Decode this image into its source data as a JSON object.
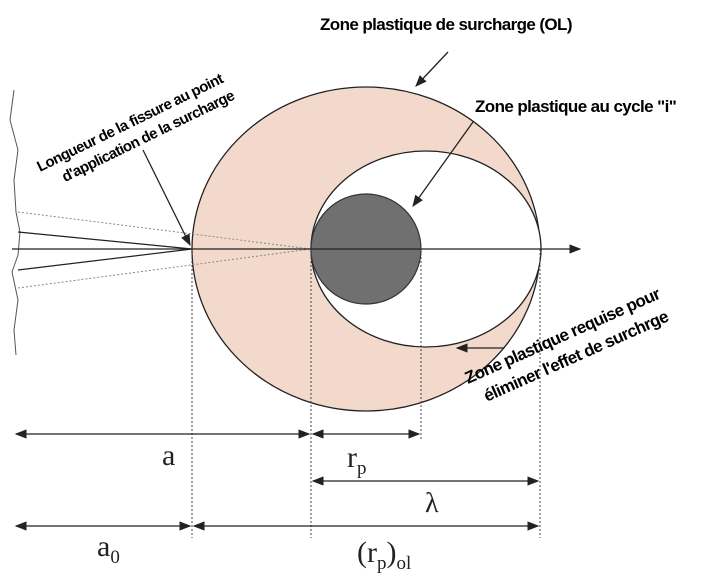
{
  "labels": {
    "zone_overload": "Zone plastique de surcharge (OL)",
    "zone_cycle": "Zone plastique au cycle \"i\"",
    "crack_length_line1": "Longueur de la fissure au point",
    "crack_length_line2": "d'application de la surcharge",
    "zone_required_line1": "Zone plastique requise pour",
    "zone_required_line2": "éliminer l'effet de surchrge"
  },
  "dimensions": {
    "a": "a",
    "rp_main": "r",
    "rp_sub": "p",
    "lambda": "λ",
    "a0_main": "a",
    "a0_sub": "0",
    "rpol_main": "(r",
    "rpol_sub": "p",
    "rpol_close": ")",
    "rpol_sub2": "ol"
  },
  "colors": {
    "overload_zone_fill": "#f3d9cb",
    "cycle_zone_fill": "#707070",
    "line": "#222222"
  }
}
